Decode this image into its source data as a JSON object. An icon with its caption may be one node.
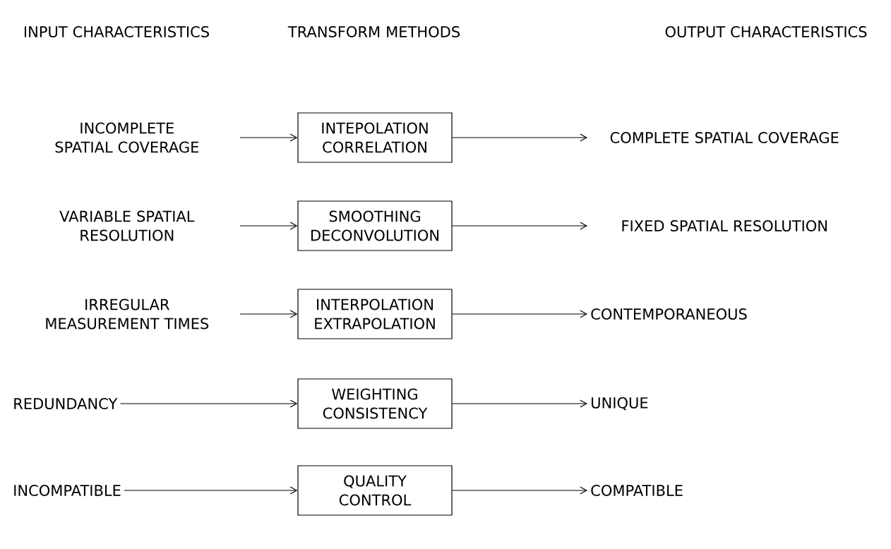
{
  "diagram": {
    "nodes": [
      {
        "text": [
          "INCOMPLETE SPATIAL COVERAGE"
        ]
      },
      {
        "text": [
          "INTEPOLATION CORRELATION"
        ]
      },
      {
        "text": [
          "COMPLETE SPATIAL COVERAGE"
        ]
      },
      {
        "text": [
          "VARIABLE SPATIAL RESOLUTION"
        ]
      },
      {
        "text": [
          "SMOOTHING DECONVOLUTION"
        ]
      },
      {
        "text": [
          "FIXED SPATIAL RESOLUTION"
        ]
      },
      {
        "text": [
          "IRREGULAR MEASUREMENT TIMES"
        ]
      },
      {
        "text": [
          "INTERPOLATION EXTRAPOLATION"
        ]
      },
      {
        "text": [
          "CONTEMPORANEOUS"
        ]
      },
      {
        "text": [
          "REDUNDANCY"
        ]
      },
      {
        "text": [
          "WEIGHTING CONSISTENCY"
        ]
      },
      {
        "text": [
          "UNIQUE"
        ]
      },
      {
        "text": [
          "INCOMPATIBLE"
        ]
      },
      {
        "text": [
          "QUALITY CONTROL"
        ]
      },
      {
        "text": [
          "COMPATIBLE"
        ]
      }
    ],
    "edges": [
      {
        "from": 0,
        "to": 1,
        "arrow": "to"
      },
      {
        "from": 1,
        "to": 2,
        "arrow": "to"
      },
      {
        "from": 3,
        "to": 4,
        "arrow": "to"
      },
      {
        "from": 4,
        "to": 5,
        "arrow": "to"
      },
      {
        "from": 6,
        "to": 7,
        "arrow": "to"
      },
      {
        "from": 7,
        "to": 8,
        "arrow": "to"
      },
      {
        "from": 9,
        "to": 10,
        "arrow": "to"
      },
      {
        "from": 10,
        "to": 11,
        "arrow": "to"
      },
      {
        "from": 12,
        "to": 13,
        "arrow": "to"
      },
      {
        "from": 13,
        "to": 14,
        "arrow": "to"
      }
    ],
    "labels": [
      "INPUT CHARACTERISTICS",
      "TRANSFORM METHODS",
      "OUTPUT CHARACTERISTICS"
    ]
  }
}
